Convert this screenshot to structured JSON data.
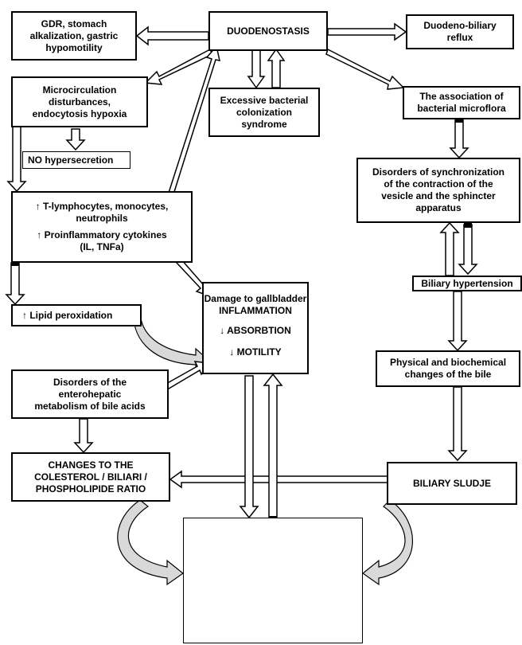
{
  "nodes": {
    "gdr": [
      "GDR, stomach",
      "alkalization, gastric",
      "hypomotility"
    ],
    "duodenostasis": [
      "DUODENOSTASIS"
    ],
    "duodeno_biliary": [
      "Duodeno-biliary",
      "reflux"
    ],
    "microcirculation": [
      "Microcirculation",
      "disturbances,",
      "endocytosis hypoxia"
    ],
    "bacterial_colonization": [
      "Excessive bacterial",
      "colonization",
      "syndrome"
    ],
    "bacterial_association": [
      "The association of",
      "bacterial microflora"
    ],
    "no_hypersecretion": [
      "NO hypersecretion"
    ],
    "disorders_sync": [
      "Disorders of synchronization",
      "of the contraction of the",
      "vesicle and the sphincter",
      "apparatus"
    ],
    "immune_cells": [
      "↑ T-lymphocytes, monocytes,",
      "neutrophils"
    ],
    "cytokines": [
      "↑ Proinflammatory cytokines",
      "(IL, TNFa)"
    ],
    "biliary_hypertension": [
      "Biliary hypertension"
    ],
    "lipid_peroxidation": [
      "↑ Lipid peroxidation"
    ],
    "damage_gallbladder": [
      "Damage to gallbladder",
      "INFLAMMATION",
      "↓ ABSORBTION",
      "↓ MOTILITY"
    ],
    "physical_changes": [
      "Physical and biochemical",
      "changes of the bile"
    ],
    "enterohepatic": [
      "Disorders of the",
      "enterohepatic",
      "metabolism of bile acids"
    ],
    "ratio_changes": [
      "CHANGES TO THE",
      "COLESTEROL / BILIARI /",
      "PHOSPHOLIPIDE RATIO"
    ],
    "biliary_sludge": [
      "BILIARY SLUDJE"
    ]
  },
  "colors": {
    "stroke": "#000000",
    "curved_arrow_fill": "#d9d9d9",
    "gallbladder_green": "#4f6b2a",
    "stone": "#9aa0a6"
  }
}
